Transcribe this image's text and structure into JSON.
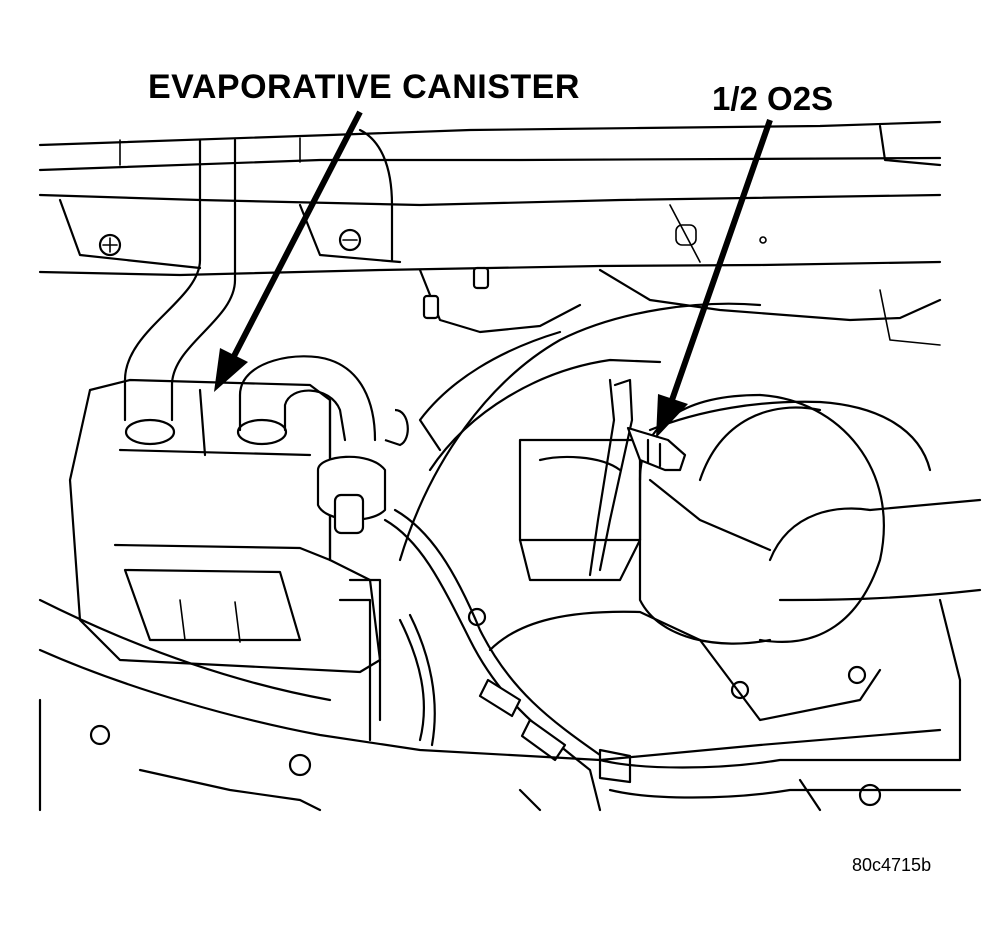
{
  "labels": {
    "evaporative_canister": "EVAPORATIVE CANISTER",
    "o2_sensor": "1/2 O2S"
  },
  "figure_id": "80c4715b"
}
